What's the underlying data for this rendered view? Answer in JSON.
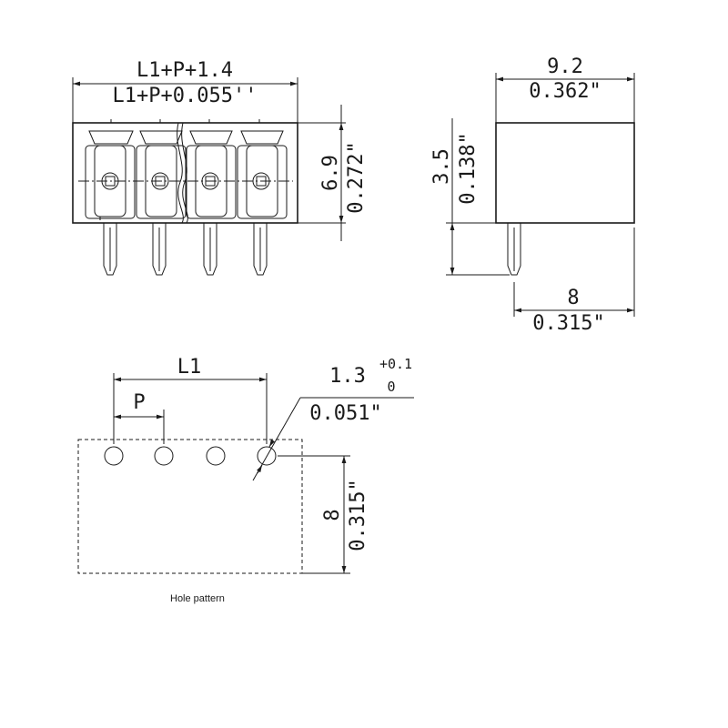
{
  "front_view": {
    "width_mm": "L1+P+1.4",
    "width_in": "L1+P+0.055''",
    "height_mm": "6.9",
    "height_in": "0.272\""
  },
  "side_view": {
    "width_mm": "9.2",
    "width_in": "0.362\"",
    "height_mm": "3.5",
    "height_in": "0.138\"",
    "pin_mm": "8",
    "pin_in": "0.315\""
  },
  "hole_pattern": {
    "l1_label": "L1",
    "p_label": "P",
    "hole_mm": "1.3",
    "tol_plus": "+0.1",
    "tol_zero": "0",
    "hole_in": "0.051\"",
    "height_mm": "8",
    "height_in": "0.315\"",
    "caption": "Hole pattern"
  }
}
